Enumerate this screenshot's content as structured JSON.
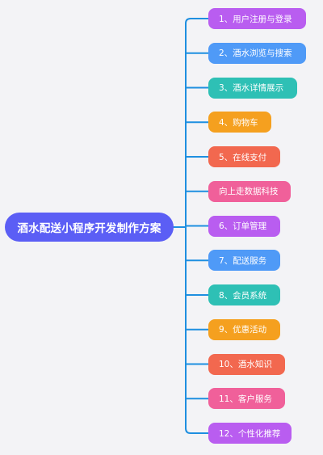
{
  "root": {
    "label": "酒水配送小程序开发制作方案",
    "color": "#5b5ef5"
  },
  "connector_color": "#1e8fe0",
  "branches": [
    {
      "label": "1、用户注册与登录",
      "color": "#b95df0"
    },
    {
      "label": "2、酒水浏览与搜索",
      "color": "#4f9af7"
    },
    {
      "label": "3、酒水详情展示",
      "color": "#2ec0b5"
    },
    {
      "label": "4、购物车",
      "color": "#f5a01f"
    },
    {
      "label": "5、在线支付",
      "color": "#f2684f"
    },
    {
      "label": "向上走数据科技",
      "color": "#f0609a"
    },
    {
      "label": "6、订单管理",
      "color": "#b95df0"
    },
    {
      "label": "7、配送服务",
      "color": "#4f9af7"
    },
    {
      "label": "8、会员系统",
      "color": "#2ec0b5"
    },
    {
      "label": "9、优惠活动",
      "color": "#f5a01f"
    },
    {
      "label": "10、酒水知识",
      "color": "#f2684f"
    },
    {
      "label": "11、客户服务",
      "color": "#f0609a"
    },
    {
      "label": "12、个性化推荐",
      "color": "#b95df0"
    }
  ]
}
